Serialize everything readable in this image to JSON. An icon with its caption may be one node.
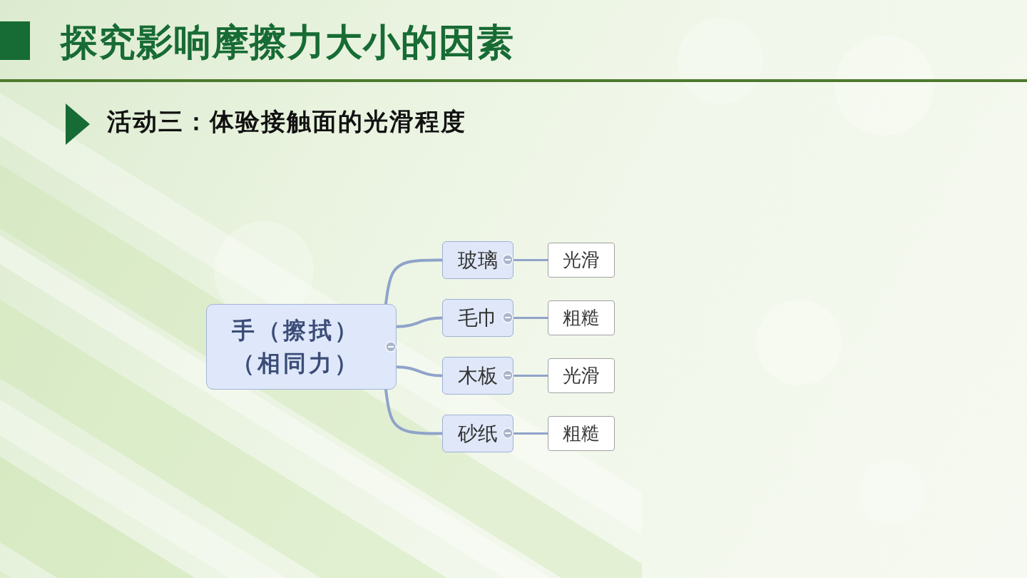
{
  "diagram": {
    "title": "探究影响摩擦力大小的因素",
    "nodes": [
      {
        "text": [
          "手（擦拭）（相同力）"
        ]
      },
      {
        "text": [
          "玻璃"
        ]
      },
      {
        "text": [
          "光滑"
        ]
      },
      {
        "text": [
          "毛巾"
        ]
      },
      {
        "text": [
          "粗糙"
        ]
      },
      {
        "text": [
          "木板"
        ]
      },
      {
        "text": [
          "光滑"
        ]
      },
      {
        "text": [
          "砂纸"
        ]
      },
      {
        "text": [
          "粗糙"
        ]
      }
    ],
    "edges": [
      {
        "from": 0,
        "to": 1,
        "arrow": "none"
      },
      {
        "from": 0,
        "to": 3,
        "arrow": "none"
      },
      {
        "from": 0,
        "to": 5,
        "arrow": "none"
      },
      {
        "from": 0,
        "to": 7,
        "arrow": "none"
      },
      {
        "from": 1,
        "to": 2,
        "arrow": "none"
      },
      {
        "from": 3,
        "to": 4,
        "arrow": "none"
      },
      {
        "from": 5,
        "to": 6,
        "arrow": "none"
      },
      {
        "from": 7,
        "to": 8,
        "arrow": "none"
      }
    ],
    "labels": [
      "活动三：体验接触面的光滑程度"
    ]
  }
}
